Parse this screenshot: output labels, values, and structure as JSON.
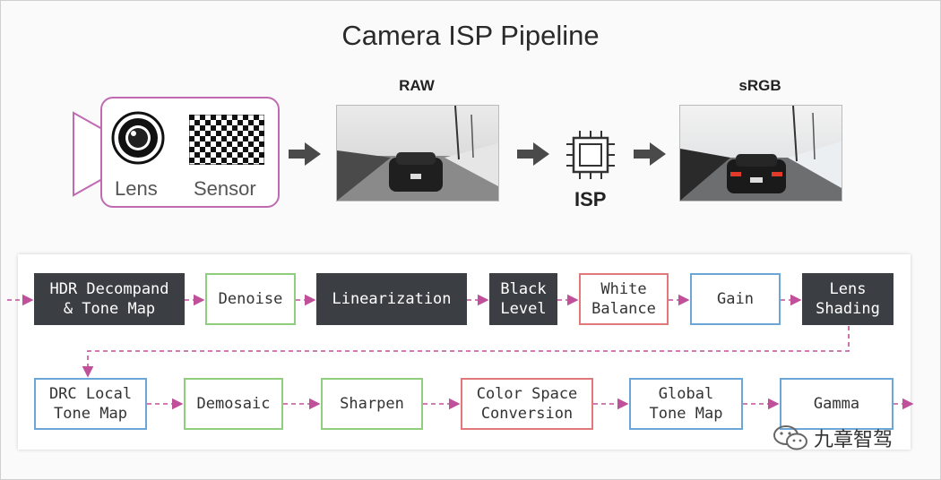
{
  "title": "Camera ISP Pipeline",
  "camera": {
    "lens_label": "Lens",
    "sensor_label": "Sensor"
  },
  "raw_label": "RAW",
  "srgb_label": "sRGB",
  "isp_label": "ISP",
  "pipeline": {
    "row1": [
      {
        "label": "HDR Decompand\n& Tone Map",
        "style": "dark"
      },
      {
        "label": "Denoise",
        "style": "green"
      },
      {
        "label": "Linearization",
        "style": "dark"
      },
      {
        "label": "Black\nLevel",
        "style": "dark"
      },
      {
        "label": "White\nBalance",
        "style": "red"
      },
      {
        "label": "Gain",
        "style": "blue"
      },
      {
        "label": "Lens\nShading",
        "style": "dark"
      }
    ],
    "row2": [
      {
        "label": "DRC Local\nTone Map",
        "style": "blue"
      },
      {
        "label": "Demosaic",
        "style": "green"
      },
      {
        "label": "Sharpen",
        "style": "green"
      },
      {
        "label": "Color Space\nConversion",
        "style": "red"
      },
      {
        "label": "Global\nTone Map",
        "style": "blue"
      },
      {
        "label": "Gamma",
        "style": "blue"
      }
    ]
  },
  "colors": {
    "camera_border": "#c06ab2",
    "flow_arrow": "#c0509a",
    "dark_block": "#3b3f44",
    "green": "#8fce7c",
    "red": "#e0787c",
    "blue": "#6ba6d6"
  },
  "watermark": {
    "icon": "wechat-icon",
    "text": "九章智驾"
  }
}
